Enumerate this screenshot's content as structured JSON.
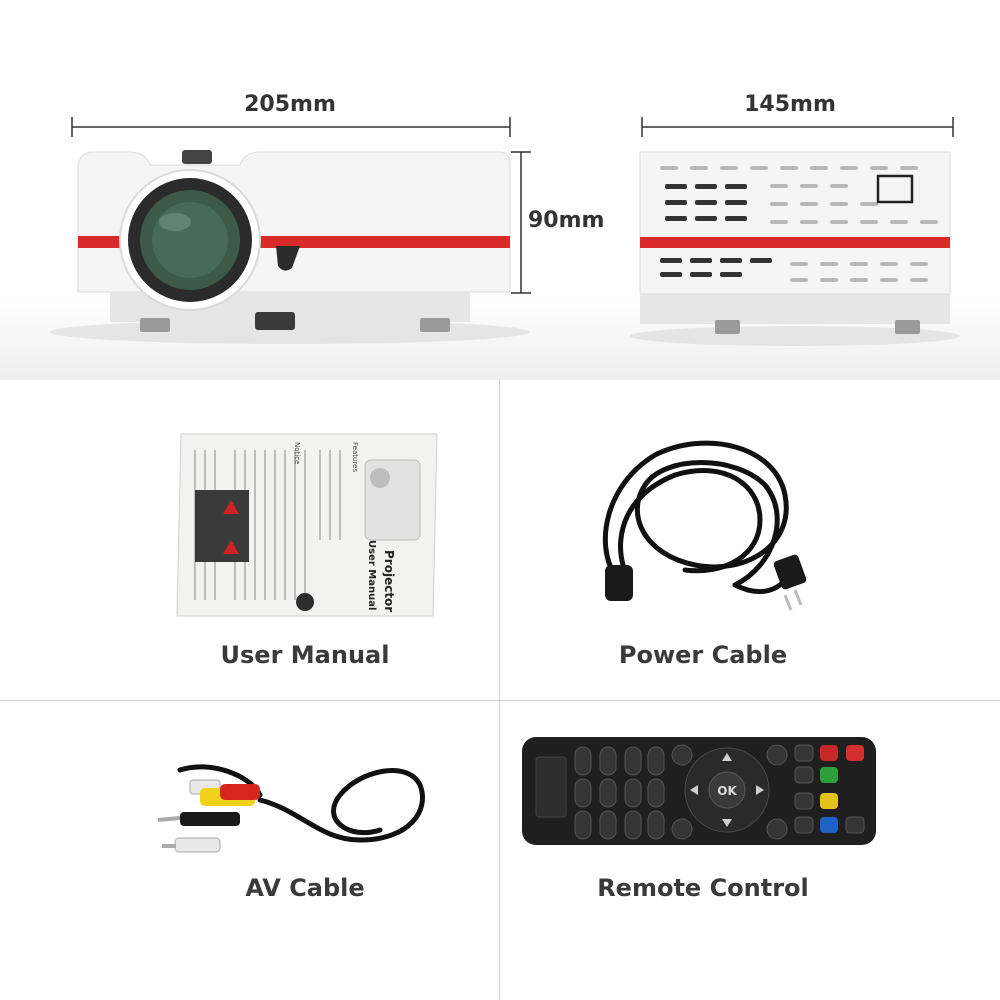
{
  "dimensions": {
    "width": "205mm",
    "depth": "145mm",
    "height": "90mm"
  },
  "items": [
    {
      "label": "User Manual"
    },
    {
      "label": "Power Cable"
    },
    {
      "label": "AV Cable"
    },
    {
      "label": "Remote Control"
    }
  ],
  "manual_cover_text": {
    "title": "Projector",
    "subtitle": "User Manual",
    "features": "Features",
    "notice": "Notice"
  },
  "remote_ok": "OK",
  "colors": {
    "stripe": "#d92a2a",
    "body": "#f4f4f4",
    "remote": "#1f1f1f"
  }
}
